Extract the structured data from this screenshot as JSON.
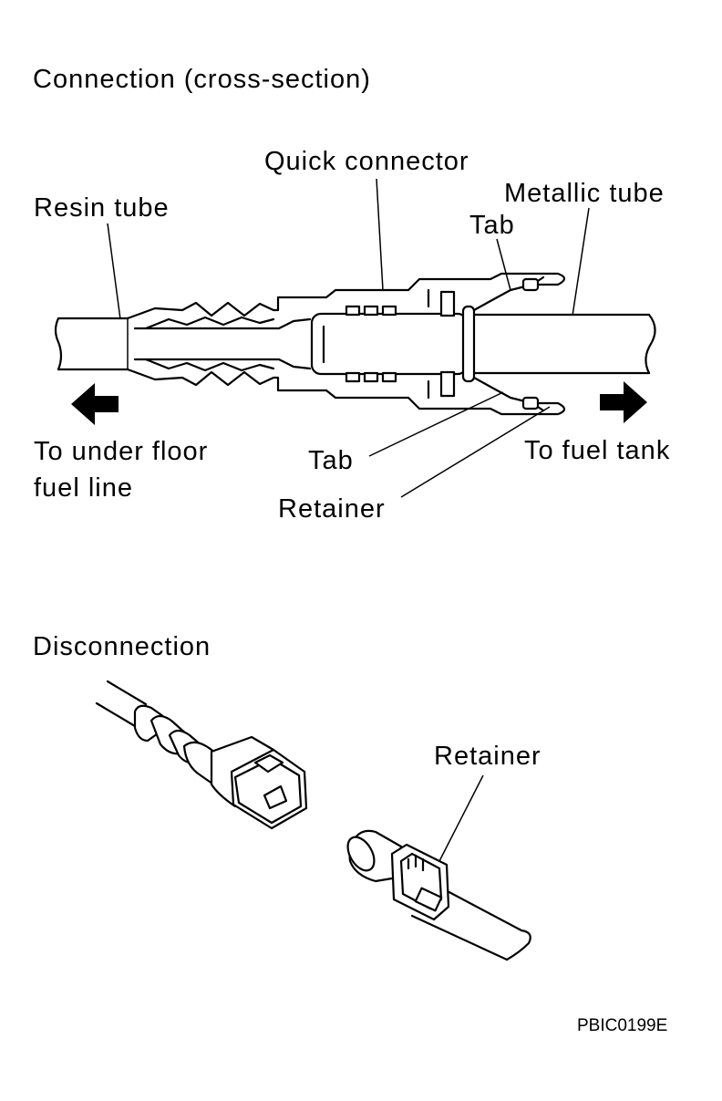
{
  "sections": {
    "connection_title": "Connection (cross-section)",
    "disconnection_title": "Disconnection"
  },
  "labels": {
    "quick_connector": "Quick connector",
    "resin_tube": "Resin tube",
    "metallic_tube": "Metallic tube",
    "tab_upper": "Tab",
    "tab_lower": "Tab",
    "retainer_cross_section": "Retainer",
    "to_under_floor_line1": "To under floor",
    "to_under_floor_line2": "fuel line",
    "to_fuel_tank": "To fuel tank",
    "retainer_disconnection": "Retainer"
  },
  "figure_code": "PBIC0199E",
  "icons": {
    "left_arrow": "left-arrow-icon",
    "right_arrow": "right-arrow-icon"
  }
}
